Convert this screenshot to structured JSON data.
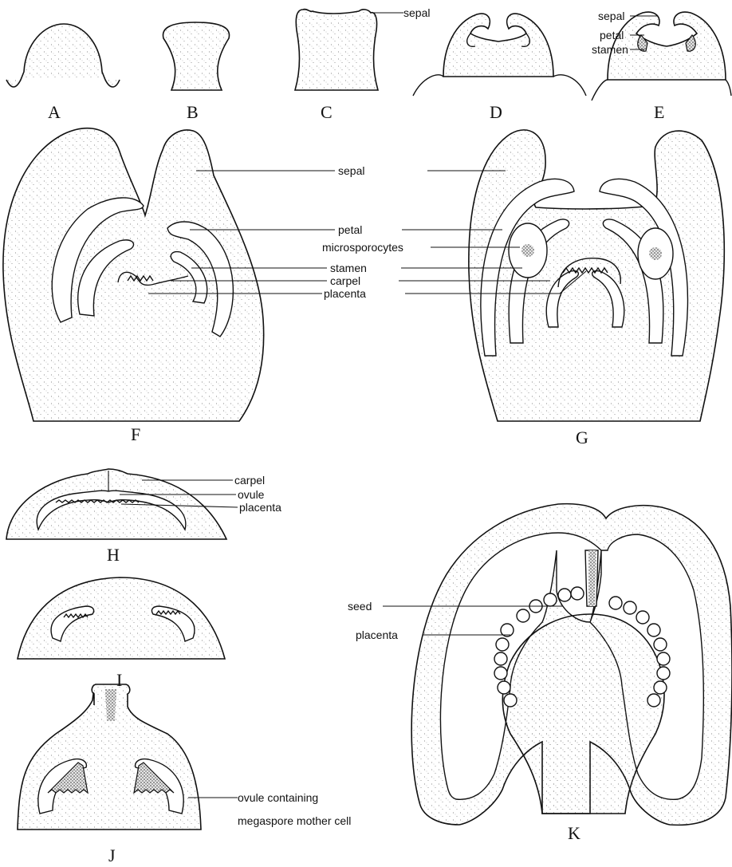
{
  "figure_letters": {
    "A": "A",
    "B": "B",
    "C": "C",
    "D": "D",
    "E": "E",
    "F": "F",
    "G": "G",
    "H": "H",
    "I": "I",
    "J": "J",
    "K": "K"
  },
  "labels": {
    "c_sepal": "sepal",
    "e_sepal": "sepal",
    "e_petal": "petal",
    "e_stamen": "stamen",
    "fg_sepal": "sepal",
    "fg_petal": "petal",
    "fg_microsporocytes": "microsporocytes",
    "fg_stamen": "stamen",
    "fg_carpel": "carpel",
    "fg_placenta": "placenta",
    "h_carpel": "carpel",
    "h_ovule": "ovule",
    "h_placenta": "placenta",
    "k_seed": "seed",
    "k_placenta": "placenta",
    "j_ovule_line1": "ovule containing",
    "j_ovule_line2": "megaspore mother cell"
  },
  "colors": {
    "ink": "#111111",
    "paper": "#ffffff"
  }
}
